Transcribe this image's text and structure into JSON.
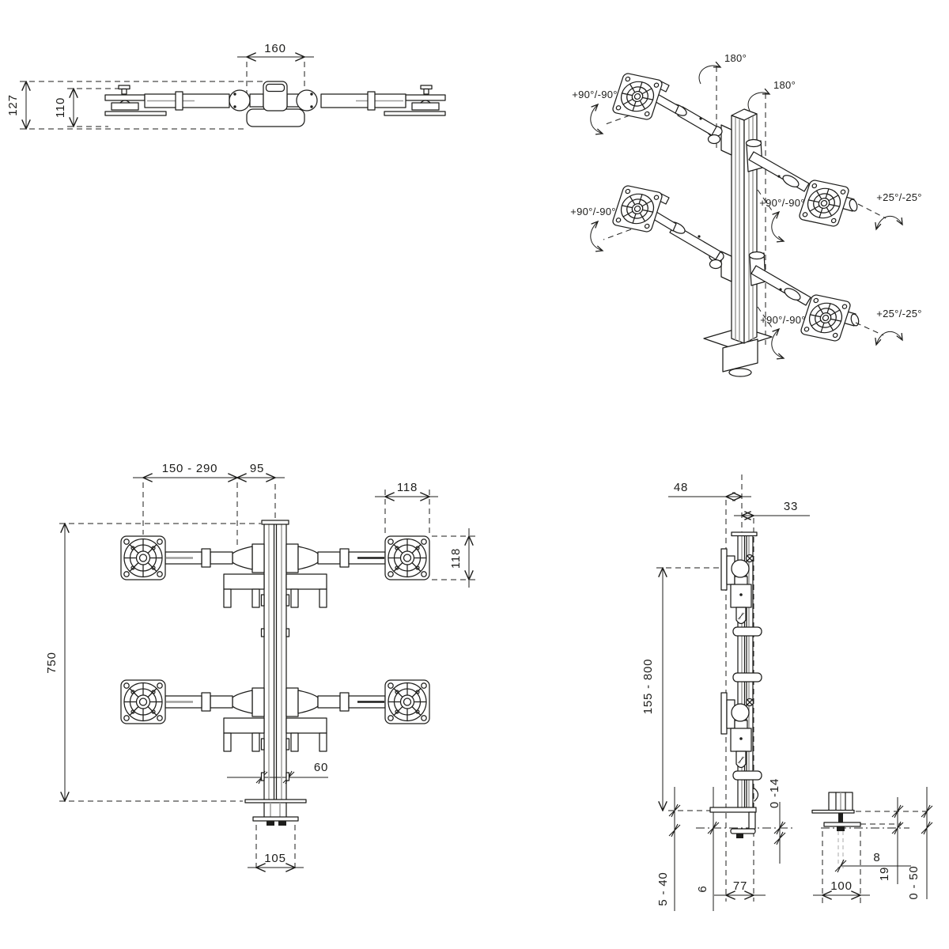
{
  "colors": {
    "line": "#1d1d1b",
    "soft_gray": "#9d9d9c",
    "background": "#ffffff"
  },
  "top_view": {
    "dim_center_width": "160",
    "dim_total_depth": "127",
    "dim_inner_depth": "110"
  },
  "isometric_view": {
    "rotation_left_pole": "180°",
    "rotation_right_pole": "180°",
    "rotation_arm_upper_left": "+90°/-90°",
    "rotation_arm_lower_left": "+90°/-90°",
    "rotation_arm_upper_right": "+90°/-90°",
    "rotation_arm_lower_right": "+90°/-90°",
    "tilt_upper_right": "+25°/-25°",
    "tilt_lower_right": "+25°/-25°"
  },
  "front_view": {
    "dim_arm_reach": "150 - 290",
    "dim_arm_to_column": "95",
    "dim_vesa_width": "118",
    "dim_vesa_height": "118",
    "dim_column_height": "750",
    "dim_column_width": "60",
    "dim_clamp_width": "105"
  },
  "side_view": {
    "dim_pole_depth": "48",
    "dim_front_offset": "33",
    "dim_height_range": "155 - 800",
    "dim_jaw_gap": "0 -14",
    "dim_desk_clamp_range": "5 - 40",
    "dim_plate_thickness": "6",
    "dim_clamp_depth": "77"
  },
  "grommet_view": {
    "dim_bolt": "8",
    "dim_offset": "19",
    "dim_plate_width": "100",
    "dim_desk_range": "0 - 50"
  }
}
